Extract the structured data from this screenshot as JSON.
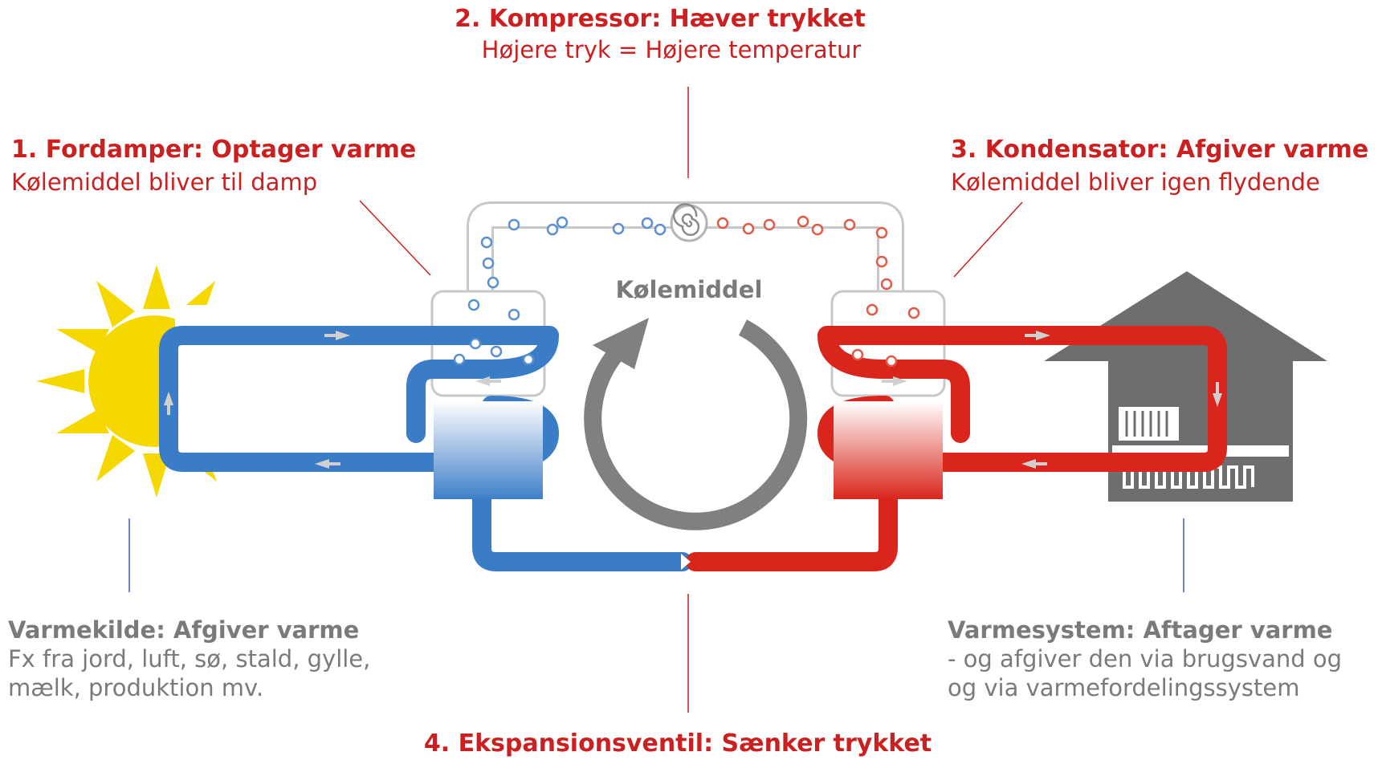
{
  "compressor": {
    "title": "2. Kompressor: Hæver trykket",
    "subtitle": "Højere tryk = Højere temperatur"
  },
  "evaporator": {
    "title": "1. Fordamper: Optager varme",
    "subtitle": "Kølemiddel bliver til damp"
  },
  "condenser": {
    "title": "3. Kondensator: Afgiver varme",
    "subtitle": "Kølemiddel bliver igen flydende"
  },
  "expansion": {
    "title": "4. Ekspansionsventil: Sænker trykket"
  },
  "heat_source": {
    "title": "Varmekilde: Afgiver varme",
    "line1": "Fx fra jord, luft, sø, stald, gylle,",
    "line2": "mælk, produktion mv."
  },
  "heat_system": {
    "title": "Varmesystem: Aftager varme",
    "line1": "- og afgiver den via brugsvand og",
    "line2": "og via varmefordelingssystem"
  },
  "center_label": "Kølemiddel",
  "colors": {
    "red": "#cc1f1f",
    "hot_pipe": "#d9251c",
    "cold_pipe": "#3a7cc6",
    "gray": "#7a7a7a",
    "sun": "#f5d800",
    "house": "#6e6e6e"
  },
  "icons": [
    "sun-icon",
    "house-icon",
    "radiator-icon",
    "floor-heating-icon",
    "compressor-icon",
    "cycle-arrow-icon"
  ]
}
